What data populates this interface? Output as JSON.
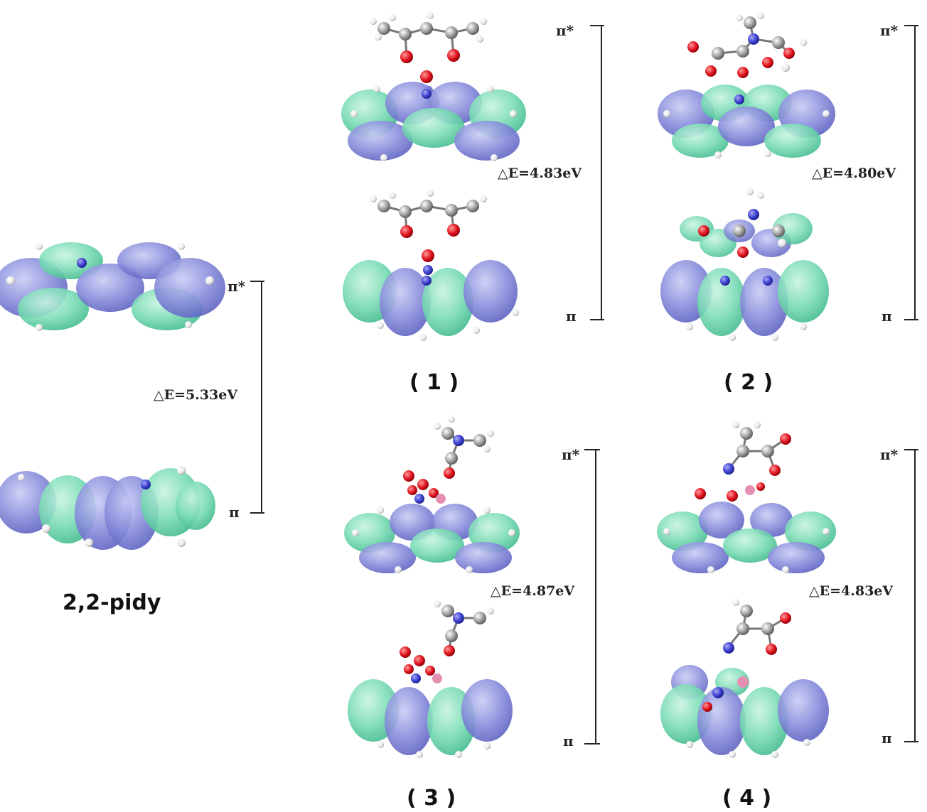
{
  "colors": {
    "lobe_blue": "#7f84d8",
    "lobe_green": "#74dcb2",
    "carbon": "#9a9a9a",
    "hydrogen": "#f2f2f2",
    "nitrogen": "#3b3fcf",
    "oxygen": "#e0141e",
    "line": "#222222"
  },
  "panels": [
    {
      "id": "pidy",
      "caption": "2,2-pidy",
      "delta_e": "△E=5.33eV",
      "upper_label": "π*",
      "lower_label": "π"
    },
    {
      "id": "c1",
      "caption": "( 1 )",
      "delta_e": "△E=4.83eV",
      "upper_label": "π*",
      "lower_label": "π"
    },
    {
      "id": "c2",
      "caption": "( 2 )",
      "delta_e": "△E=4.80eV",
      "upper_label": "π*",
      "lower_label": "π"
    },
    {
      "id": "c3",
      "caption": "( 3 )",
      "delta_e": "△E=4.87eV",
      "upper_label": "π*",
      "lower_label": "π"
    },
    {
      "id": "c4",
      "caption": "( 4 )",
      "delta_e": "△E=4.83eV",
      "upper_label": "π*",
      "lower_label": "π"
    }
  ]
}
